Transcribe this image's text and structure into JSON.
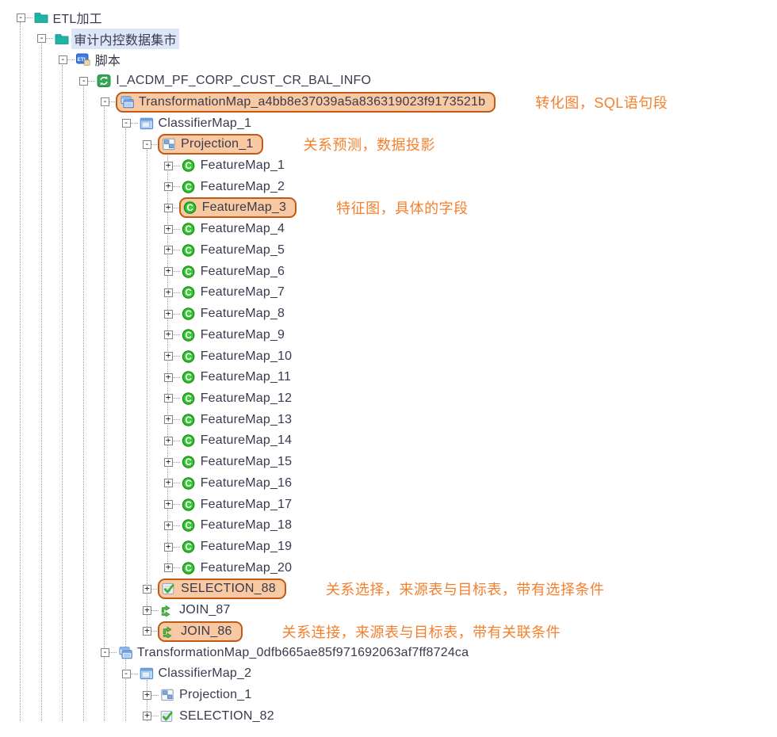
{
  "colors": {
    "annotation": "#f4802d",
    "highlight_fill": "#f8c9a2",
    "highlight_border": "#c05a15",
    "selected_row_bg": "#dce6f8",
    "folder": "#21b3a4",
    "featuremap_green": "#2db52d",
    "sync_green": "#35a654"
  },
  "toggle_symbols": {
    "minus": "-",
    "plus": "+"
  },
  "tree": {
    "rows": [
      {
        "label": "ETL加工",
        "icon": "folder",
        "level": 0,
        "toggle": "minus"
      },
      {
        "label": "审计内控数据集市",
        "icon": "folder",
        "level": 1,
        "toggle": "minus",
        "selected": true
      },
      {
        "label": "脚本",
        "icon": "script",
        "level": 2,
        "toggle": "minus"
      },
      {
        "label": "I_ACDM_PF_CORP_CUST_CR_BAL_INFO",
        "icon": "sync",
        "level": 3,
        "toggle": "minus"
      },
      {
        "label": "TransformationMap_a4bb8e37039a5a836319023f9173521b",
        "icon": "transformation",
        "level": 4,
        "toggle": "minus",
        "highlight": true,
        "annotation": "转化图，SQL语句段"
      },
      {
        "label": "ClassifierMap_1",
        "icon": "classifier",
        "level": 5,
        "toggle": "minus"
      },
      {
        "label": "Projection_1",
        "icon": "projection",
        "level": 6,
        "toggle": "minus",
        "highlight": true,
        "annotation": "关系预测，数据投影"
      },
      {
        "label": "FeatureMap_1",
        "icon": "featuremap",
        "level": 7,
        "toggle": "plus"
      },
      {
        "label": "FeatureMap_2",
        "icon": "featuremap",
        "level": 7,
        "toggle": "plus"
      },
      {
        "label": "FeatureMap_3",
        "icon": "featuremap",
        "level": 7,
        "toggle": "plus",
        "highlight": true,
        "annotation": "特征图，具体的字段"
      },
      {
        "label": "FeatureMap_4",
        "icon": "featuremap",
        "level": 7,
        "toggle": "plus"
      },
      {
        "label": "FeatureMap_5",
        "icon": "featuremap",
        "level": 7,
        "toggle": "plus"
      },
      {
        "label": "FeatureMap_6",
        "icon": "featuremap",
        "level": 7,
        "toggle": "plus"
      },
      {
        "label": "FeatureMap_7",
        "icon": "featuremap",
        "level": 7,
        "toggle": "plus"
      },
      {
        "label": "FeatureMap_8",
        "icon": "featuremap",
        "level": 7,
        "toggle": "plus"
      },
      {
        "label": "FeatureMap_9",
        "icon": "featuremap",
        "level": 7,
        "toggle": "plus"
      },
      {
        "label": "FeatureMap_10",
        "icon": "featuremap",
        "level": 7,
        "toggle": "plus"
      },
      {
        "label": "FeatureMap_11",
        "icon": "featuremap",
        "level": 7,
        "toggle": "plus"
      },
      {
        "label": "FeatureMap_12",
        "icon": "featuremap",
        "level": 7,
        "toggle": "plus"
      },
      {
        "label": "FeatureMap_13",
        "icon": "featuremap",
        "level": 7,
        "toggle": "plus"
      },
      {
        "label": "FeatureMap_14",
        "icon": "featuremap",
        "level": 7,
        "toggle": "plus"
      },
      {
        "label": "FeatureMap_15",
        "icon": "featuremap",
        "level": 7,
        "toggle": "plus"
      },
      {
        "label": "FeatureMap_16",
        "icon": "featuremap",
        "level": 7,
        "toggle": "plus"
      },
      {
        "label": "FeatureMap_17",
        "icon": "featuremap",
        "level": 7,
        "toggle": "plus"
      },
      {
        "label": "FeatureMap_18",
        "icon": "featuremap",
        "level": 7,
        "toggle": "plus"
      },
      {
        "label": "FeatureMap_19",
        "icon": "featuremap",
        "level": 7,
        "toggle": "plus"
      },
      {
        "label": "FeatureMap_20",
        "icon": "featuremap",
        "level": 7,
        "toggle": "plus"
      },
      {
        "label": "SELECTION_88",
        "icon": "selection",
        "level": 6,
        "toggle": "plus",
        "highlight": true,
        "annotation": "关系选择，来源表与目标表，带有选择条件"
      },
      {
        "label": "JOIN_87",
        "icon": "join",
        "level": 6,
        "toggle": "plus"
      },
      {
        "label": "JOIN_86",
        "icon": "join",
        "level": 6,
        "toggle": "plus",
        "highlight": true,
        "annotation": "关系连接，来源表与目标表，带有关联条件"
      },
      {
        "label": "TransformationMap_0dfb665ae85f971692063af7ff8724ca",
        "icon": "transformation",
        "level": 4,
        "toggle": "minus"
      },
      {
        "label": "ClassifierMap_2",
        "icon": "classifier",
        "level": 5,
        "toggle": "minus"
      },
      {
        "label": "Projection_1",
        "icon": "projection",
        "level": 6,
        "toggle": "plus"
      },
      {
        "label": "SELECTION_82",
        "icon": "selection",
        "level": 6,
        "toggle": "plus"
      }
    ]
  }
}
